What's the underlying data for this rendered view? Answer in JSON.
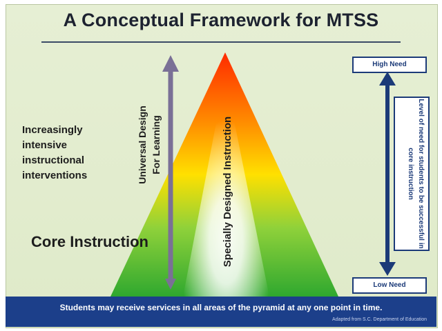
{
  "title": "A Conceptual Framework for MTSS",
  "left_label": "Increasingly intensive instructional interventions",
  "core_label": "Core Instruction",
  "udl_label": "Universal Design For Learning",
  "sdi_label": "Specially Designed Instruction",
  "high_need": "High Need",
  "low_need": "Low Need",
  "right_note": "Level of need for students to be successful in core instruction",
  "footer_text": "Students may receive services in all areas of the pyramid at any one point in time.",
  "footer_credit": "Adapted from S.C. Department of Education",
  "colors": {
    "background": "#dfeac9",
    "footer": "#1c3f8a",
    "arrow_blue": "#1b3a78",
    "arrow_gray": "#7a7096",
    "pyramid_top": "#ff2a00",
    "pyramid_mid": "#ffd400",
    "pyramid_base": "#2fa82f"
  }
}
